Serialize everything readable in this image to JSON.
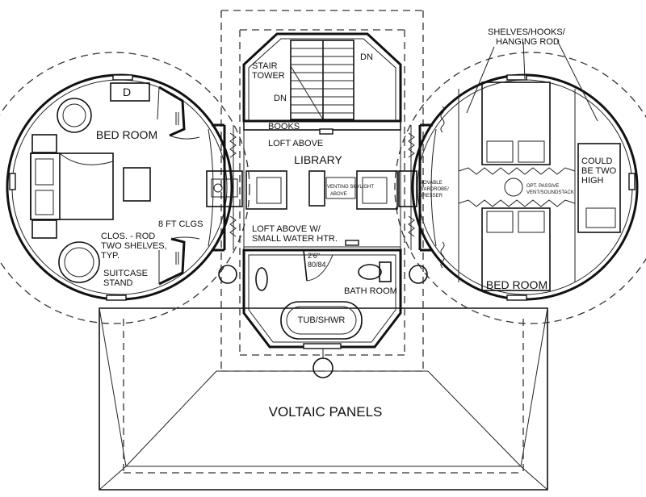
{
  "labels": {
    "voltaic": "VOLTAIC PANELS",
    "library": "LIBRARY",
    "bed_left": "BED ROOM",
    "bed_right": "BED ROOM",
    "bath": "BATH ROOM",
    "stair_1": "STAIR",
    "stair_2": "TOWER",
    "dn_1": "DN",
    "dn_2": "DN",
    "books": "BOOKS",
    "loft_above": "LOFT ABOVE",
    "loft_water_1": "LOFT ABOVE W/",
    "loft_water_2": "SMALL WATER HTR.",
    "venting_1": "VENTING SKYLIGHT",
    "venting_2": "ABOVE",
    "tub": "TUB/SHWR",
    "door_size_1": "2'6\"",
    "door_size_2": "80/84",
    "clgs": "8 FT CLGS",
    "clos_1": "CLOS. - ROD",
    "clos_2": "TWO SHELVES,",
    "clos_3": "TYP.",
    "suitcase_1": "SUITCASE",
    "suitcase_2": "STAND",
    "shelves_1": "SHELVES/HOOKS/",
    "shelves_2": "HANGING ROD",
    "could_1": "COULD",
    "could_2": "BE TWO",
    "could_3": "HIGH",
    "d": "D",
    "wardrobe_1": "MOVABLE",
    "wardrobe_2": "WARDROBE/",
    "wardrobe_3": "DRESSER",
    "cabinet_1": "OPT. PASSIVE",
    "cabinet_2": "VENT/SOUNDSTACK"
  }
}
